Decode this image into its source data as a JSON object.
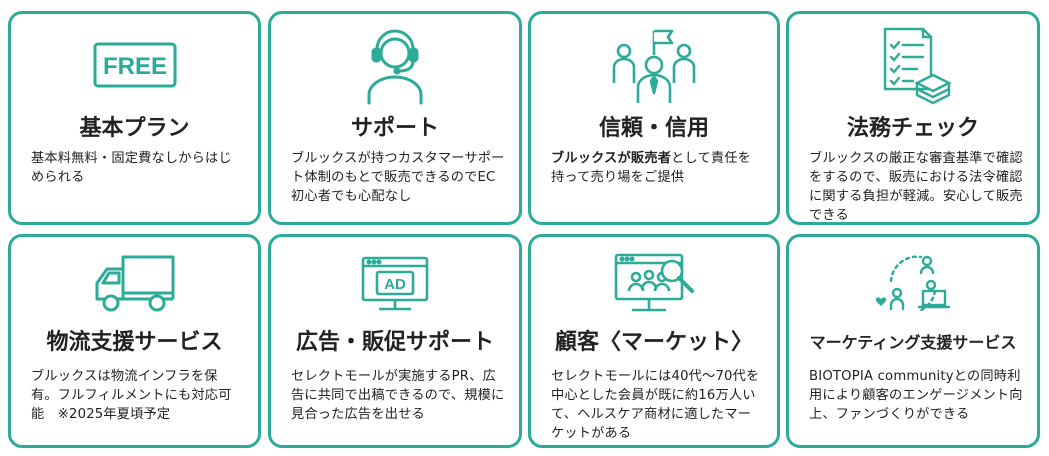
{
  "colors": {
    "accent": "#2bab98",
    "text": "#222222",
    "background": "#ffffff"
  },
  "cards": [
    {
      "icon": "free-badge-icon",
      "icon_text": "FREE",
      "title": "基本プラン",
      "desc": "基本料無料・固定費なしからはじめられる"
    },
    {
      "icon": "headset-support-icon",
      "title": "サポート",
      "desc": "ブルックスが持つカスタマーサポート体制のもとで販売できるのでEC初心者でも心配なし"
    },
    {
      "icon": "team-flag-icon",
      "title": "信頼・信用",
      "desc_bold": "ブルックスが販売者",
      "desc": "として責任を持って売り場をご提供"
    },
    {
      "icon": "checklist-document-icon",
      "title": "法務チェック",
      "desc": "ブルックスの厳正な審査基準で確認をするので、販売における法令確認に関する負担が軽減。安心して販売できる"
    },
    {
      "icon": "delivery-truck-icon",
      "title": "物流支援サービス",
      "desc": "ブルックスは物流インフラを保有。フルフィルメントにも対応可能　※2025年夏頃予定"
    },
    {
      "icon": "ad-screen-icon",
      "icon_text": "AD",
      "title": "広告・販促サポート",
      "desc": "セレクトモールが実施するPR、広告に共同で出稿できるので、規模に見合った広告を出せる"
    },
    {
      "icon": "market-analysis-icon",
      "title": "顧客〈マーケット〉",
      "desc": "セレクトモールには40代〜70代を中心とした会員が既に約16万人いて、ヘルスケア商材に適したマーケットがある"
    },
    {
      "icon": "engagement-network-icon",
      "title": "マーケティング支援サービス",
      "desc": "BIOTOPIA communityとの同時利用により顧客のエンゲージメント向上、ファンづくりができる"
    }
  ]
}
